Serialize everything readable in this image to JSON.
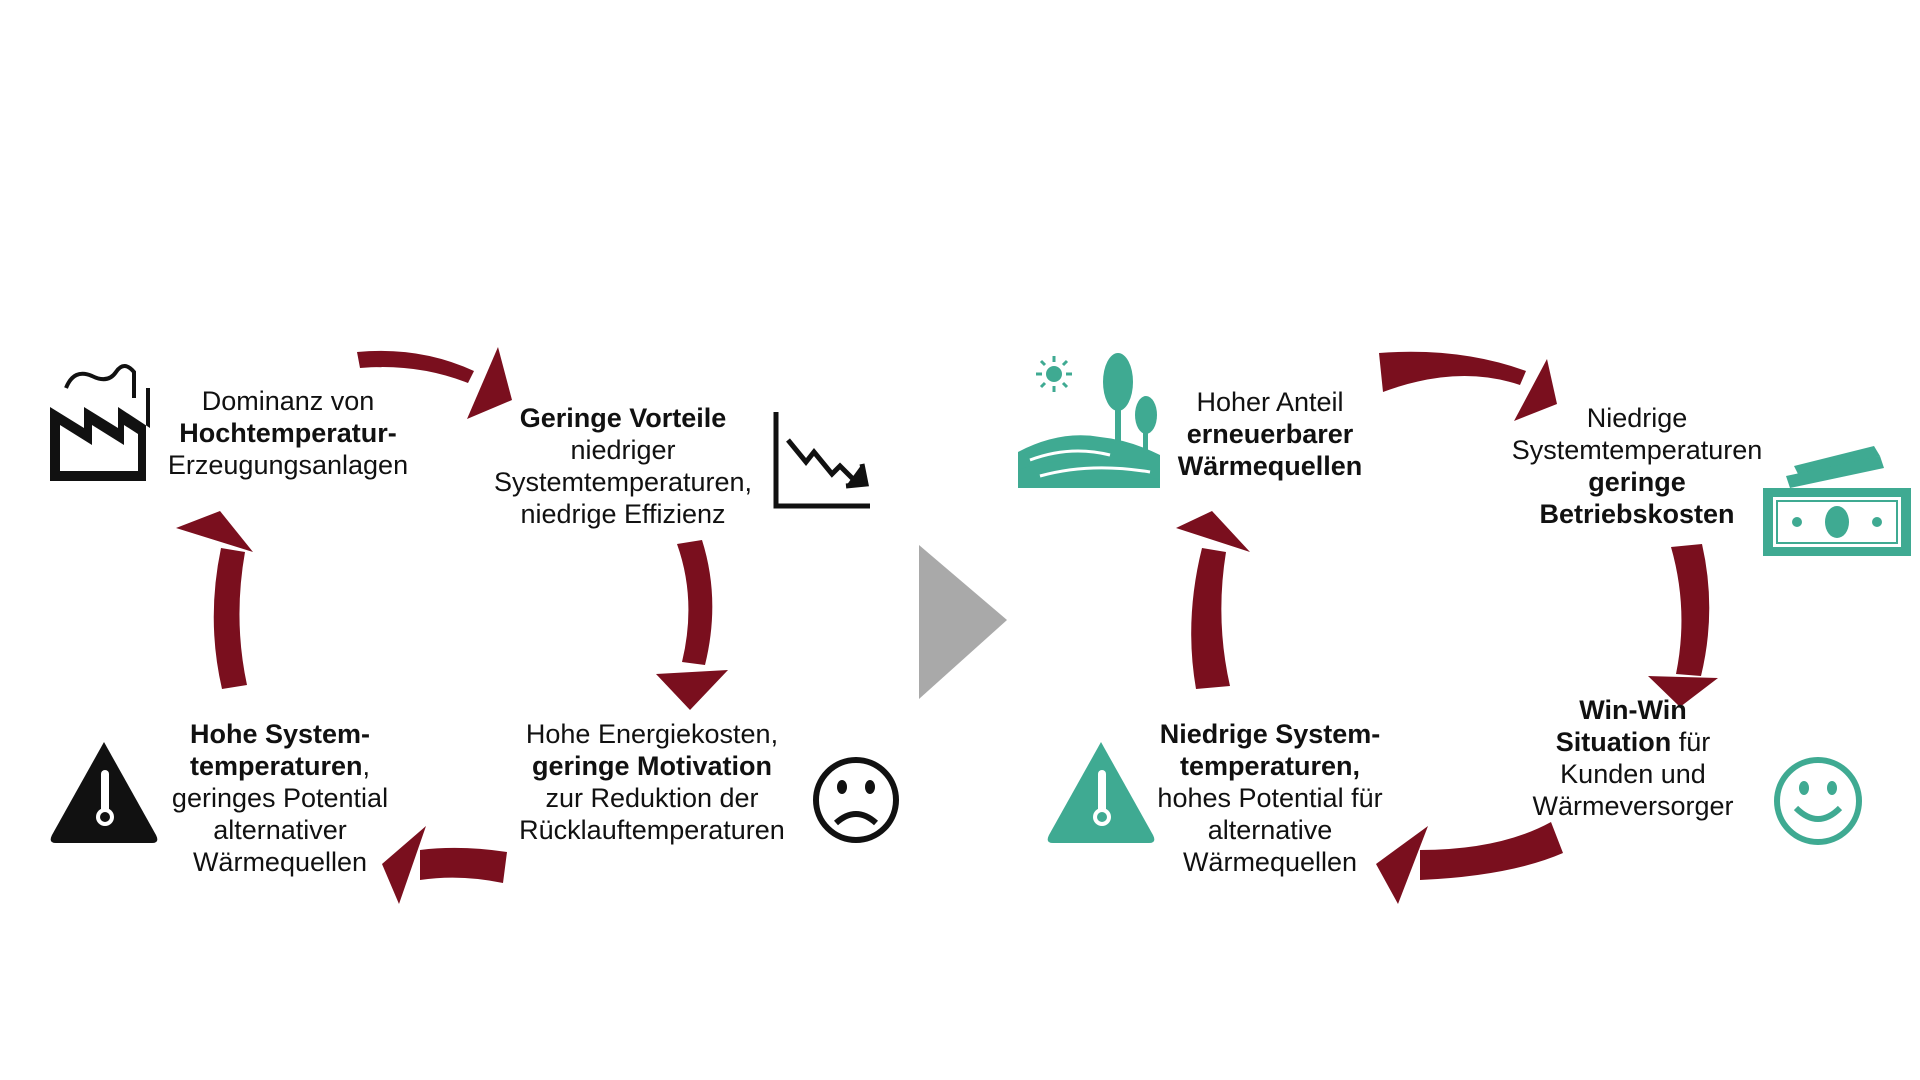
{
  "colors": {
    "arrow": "#7a0f1e",
    "teal": "#3faa92",
    "dark": "#111111",
    "chevron": "#a9a9a9"
  },
  "left_cycle": {
    "top_left": {
      "icon": "factory-icon",
      "line1": "Dominanz von",
      "line2": "Hochtemperatur-",
      "line3": "Erzeugungsanlagen"
    },
    "top_right": {
      "icon": "declining-chart-icon",
      "line1": "Geringe Vorteile",
      "line2": "niedriger",
      "line3": "Systemtemperaturen,",
      "line4": "niedrige Effizienz"
    },
    "bottom_right": {
      "icon": "sad-face-icon",
      "line1": "Hohe Energiekosten,",
      "line2": "geringe Motivation",
      "line3": "zur Reduktion der",
      "line4": "Rücklauftemperaturen"
    },
    "bottom_left": {
      "icon": "thermometer-warning-icon",
      "line1": "Hohe System-",
      "line2": "temperaturen",
      "line2_suffix": ",",
      "line3": "geringes Potential",
      "line4": "alternativer",
      "line5": "Wärmequellen"
    }
  },
  "transition": {
    "icon": "chevron-right-icon"
  },
  "right_cycle": {
    "top_left": {
      "icon": "renewable-landscape-icon",
      "line1": "Hoher Anteil",
      "line2": "erneuerbarer",
      "line3": "Wärmequellen"
    },
    "top_right": {
      "icon": "money-icon",
      "line1": "Niedrige",
      "line2": "Systemtemperaturen",
      "line3": "geringe",
      "line4": "Betriebskosten"
    },
    "bottom_right": {
      "icon": "happy-face-icon",
      "line1": "Win-Win",
      "line2_bold": "Situation",
      "line2_rest": " für",
      "line3": "Kunden und",
      "line4": "Wärmeversorger"
    },
    "bottom_left": {
      "icon": "thermometer-warning-icon",
      "line1": "Niedrige System-",
      "line2": "temperaturen,",
      "line3": "hohes Potential für",
      "line4": "alternative",
      "line5": "Wärmequellen"
    }
  }
}
